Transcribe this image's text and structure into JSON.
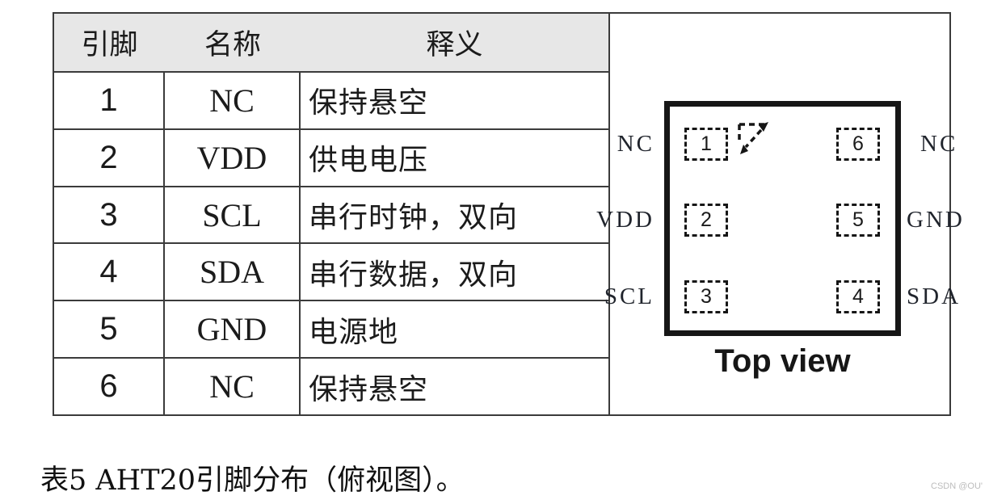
{
  "table": {
    "headers": [
      "引脚",
      "名称",
      "释义"
    ],
    "rows": [
      {
        "pin": "1",
        "name": "NC",
        "desc": "保持悬空"
      },
      {
        "pin": "2",
        "name": "VDD",
        "desc": "供电电压"
      },
      {
        "pin": "3",
        "name": "SCL",
        "desc": "串行时钟，双向"
      },
      {
        "pin": "4",
        "name": "SDA",
        "desc": "串行数据，双向"
      },
      {
        "pin": "5",
        "name": "GND",
        "desc": "电源地"
      },
      {
        "pin": "6",
        "name": "NC",
        "desc": "保持悬空"
      }
    ]
  },
  "diagram": {
    "view_label": "Top view",
    "left_pins": [
      {
        "number": "1",
        "label": "NC"
      },
      {
        "number": "2",
        "label": "VDD"
      },
      {
        "number": "3",
        "label": "SCL"
      }
    ],
    "right_pins": [
      {
        "number": "6",
        "label": "NC"
      },
      {
        "number": "5",
        "label": "GND"
      },
      {
        "number": "4",
        "label": "SDA"
      }
    ],
    "pin1_marker": "pin1-triangle-indicator"
  },
  "caption": "表5 AHT20引脚分布（俯视图）。",
  "watermark": "CSDN @OU'",
  "colors": {
    "header_bg": "#e7e7e7",
    "line": "#3b3b3b",
    "chip_outline": "#161616",
    "text": "#1b1b1b",
    "watermark": "#bcbcbc"
  }
}
